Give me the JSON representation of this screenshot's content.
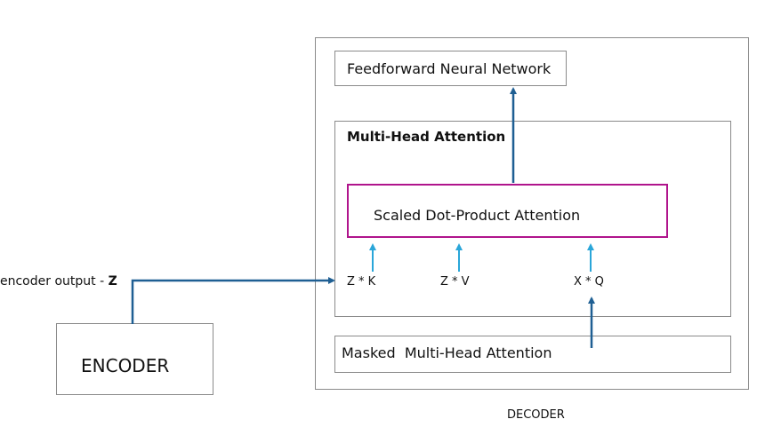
{
  "encoder": {
    "label": "ENCODER"
  },
  "encoder_output": {
    "prefix": "encoder output - ",
    "symbol": "Z"
  },
  "decoder": {
    "label": "DECODER",
    "feedforward": "Feedforward Neural Network",
    "multi_head_attention": "Multi-Head Attention",
    "scaled_dot_product": "Scaled Dot-Product Attention",
    "masked_multi_head": "Masked  Multi-Head Attention",
    "inputs": {
      "k": "Z * K",
      "v": "Z * V",
      "q": "X * Q"
    }
  },
  "colors": {
    "dark_arrow": "#1f5f93",
    "light_arrow": "#2aa6d9",
    "attention_border": "#b0148c",
    "box_border": "#8a8a8a"
  }
}
